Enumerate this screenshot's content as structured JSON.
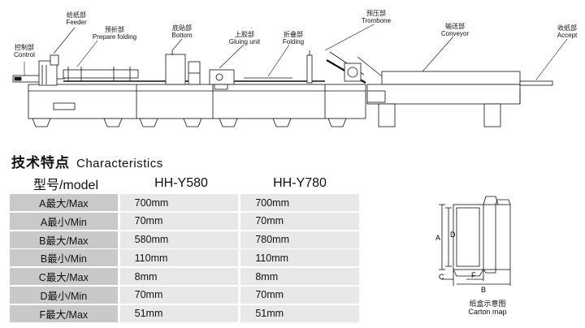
{
  "machine_labels": {
    "control": {
      "zh": "控制部",
      "en": "Control"
    },
    "feeder": {
      "zh": "给纸部",
      "en": "Feeder"
    },
    "prepare_folding": {
      "zh": "预折部",
      "en": "Prepare folding"
    },
    "bottom": {
      "zh": "底贴部",
      "en": "Bottom"
    },
    "gluing_unit": {
      "zh": "上胶部",
      "en": "Gluing unit"
    },
    "folding": {
      "zh": "折叠部",
      "en": "Folding"
    },
    "trombone": {
      "zh": "预压部",
      "en": "Trombone"
    },
    "conveyor": {
      "zh": "输送部",
      "en": "Conveyor"
    },
    "accept": {
      "zh": "收纸部",
      "en": "Accept"
    }
  },
  "section": {
    "title_zh": "技术特点",
    "title_en": "Characteristics"
  },
  "table": {
    "header": [
      "型号/model",
      "HH-Y580",
      "HH-Y780"
    ],
    "rows": [
      [
        "A最大/Max",
        "700mm",
        "700mm"
      ],
      [
        "A最小/Min",
        "70mm",
        "70mm"
      ],
      [
        "B最大/Max",
        "580mm",
        "780mm"
      ],
      [
        "B最小/Min",
        "110mm",
        "110mm"
      ],
      [
        "C最大/Max",
        "8mm",
        "8mm"
      ],
      [
        "D最小/Min",
        "70mm",
        "70mm"
      ],
      [
        "F最大/Max",
        "51mm",
        "51mm"
      ]
    ]
  },
  "carton": {
    "dims": {
      "a": "A",
      "b": "B",
      "c": "C",
      "d": "D",
      "f": "F"
    },
    "caption_zh": "纸盒示意图",
    "caption_en": "Carton map"
  }
}
